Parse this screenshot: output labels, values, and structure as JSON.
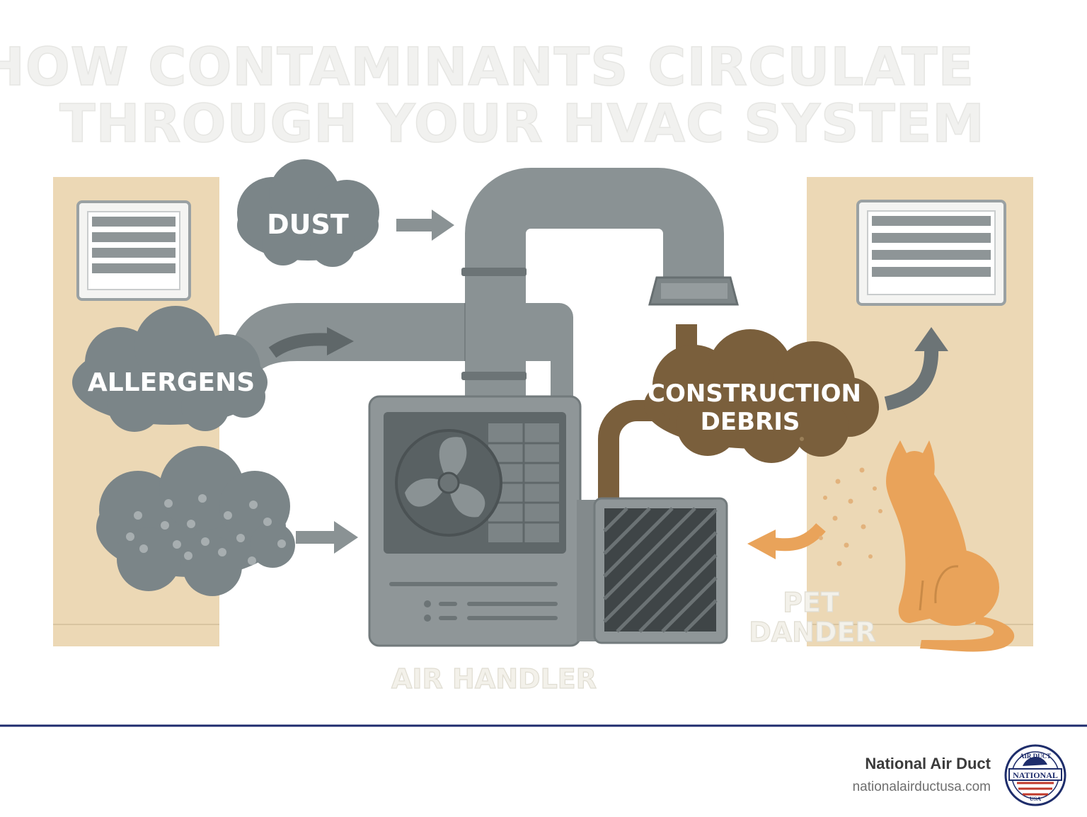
{
  "title": {
    "line1": "HOW CONTAMINANTS CIRCULATE",
    "line2": "THROUGH YOUR HVAC SYSTEM"
  },
  "labels": {
    "dust": "DUST",
    "allergens": "ALLERGENS",
    "construction_line1": "CONSTRUCTION",
    "construction_line2": "DEBRIS",
    "pet_line1": "PET",
    "pet_line2": "DANDER",
    "air_handler": "AIR HANDLER"
  },
  "footer": {
    "brand_name": "National Air Duct",
    "brand_url": "nationalairductusa.com",
    "seal": {
      "top_text": "AIR DUCT",
      "banner_text": "NATIONAL",
      "bottom_text": "USA"
    }
  },
  "colors": {
    "wall": "#ecd8b5",
    "duct": "#8a9294",
    "duct_dark": "#6c7476",
    "cloud_gray": "#7b8588",
    "cloud_brown": "#7a5f3c",
    "cat_orange": "#e9a35a",
    "footer_rule": "#1e2b6e",
    "seal_blue": "#1e2d6b",
    "seal_red": "#c0392b"
  },
  "icons": [
    "supply-vent-icon",
    "return-vent-icon",
    "fan-icon",
    "filter-icon",
    "cat-icon",
    "arrow-icon",
    "seal-logo"
  ]
}
